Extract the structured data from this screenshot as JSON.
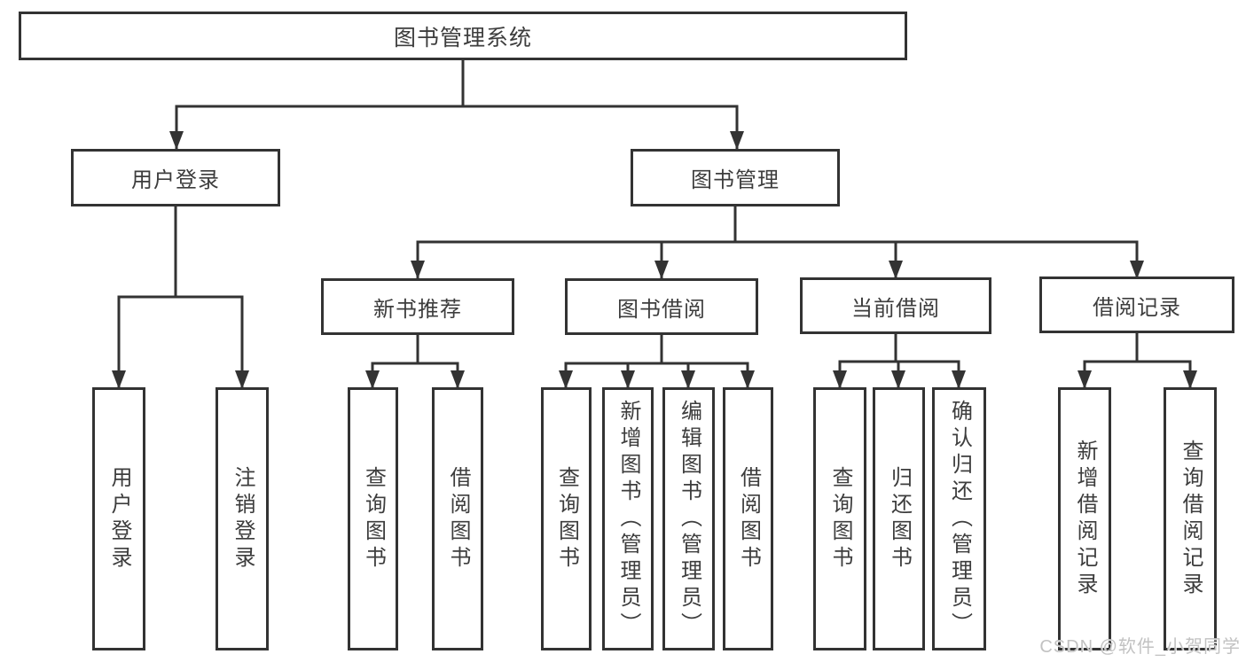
{
  "colors": {
    "background": "#ffffff",
    "box_background": "#ffffff",
    "line": "#333333",
    "text": "#3d3d3d",
    "watermark": "#c2c2c2"
  },
  "tree": {
    "root": {
      "label": "图书管理系统"
    },
    "level2": [
      {
        "label": "用户登录"
      },
      {
        "label": "图书管理"
      }
    ],
    "level3": [
      {
        "label": "新书推荐"
      },
      {
        "label": "图书借阅"
      },
      {
        "label": "当前借阅"
      },
      {
        "label": "借阅记录"
      }
    ],
    "leaves": {
      "user_login": [
        {
          "label": "用户登录"
        },
        {
          "label": "注销登录"
        }
      ],
      "new_book_recommend": [
        {
          "label": "查询图书"
        },
        {
          "label": "借阅图书"
        }
      ],
      "book_borrow": [
        {
          "label": "查询图书"
        },
        {
          "label": "新增图书（管理员）"
        },
        {
          "label": "编辑图书（管理员）"
        },
        {
          "label": "借阅图书"
        }
      ],
      "current_borrow": [
        {
          "label": "查询图书"
        },
        {
          "label": "归还图书"
        },
        {
          "label": "确认归还（管理员）"
        }
      ],
      "borrow_records": [
        {
          "label": "新增借阅记录"
        },
        {
          "label": "查询借阅记录"
        }
      ]
    }
  },
  "watermark": {
    "text": "CSDN @软件_小贺同学"
  }
}
